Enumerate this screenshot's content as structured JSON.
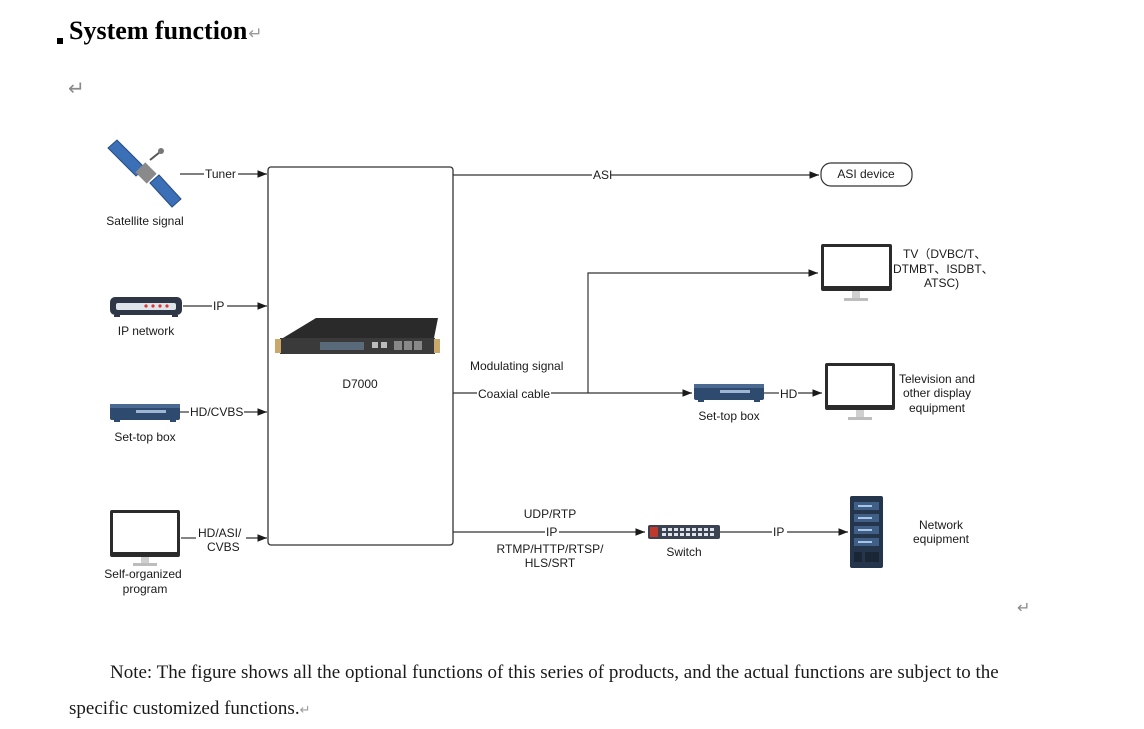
{
  "heading": {
    "title": "System function"
  },
  "diagram": {
    "center_device": "D7000",
    "inputs": {
      "satellite": {
        "label": "Satellite signal",
        "link": "Tuner"
      },
      "ip_network": {
        "label": "IP network",
        "link": "IP"
      },
      "set_top_box": {
        "label": "Set-top box",
        "link": "HD/CVBS"
      },
      "self_organized": {
        "label_line1": "Self-organized",
        "label_line2": "program",
        "link_line1": "HD/ASI/",
        "link_line2": "CVBS"
      }
    },
    "outputs": {
      "asi": {
        "link": "ASI",
        "device": "ASI device"
      },
      "tv": {
        "line1": "TV（DVBC/T、",
        "line2": "DTMBT、ISDBT、",
        "line3": "ATSC)"
      },
      "modulating_signal": "Modulating signal",
      "coaxial_cable": "Coaxial cable",
      "stb": {
        "label": "Set-top box",
        "link": "HD"
      },
      "display": {
        "line1": "Television and",
        "line2": "other display",
        "line3": "equipment"
      },
      "ip_stream": {
        "protocol_top": "UDP/RTP",
        "link": "IP",
        "protocol_bottom1": "RTMP/HTTP/RTSP/",
        "protocol_bottom2": "HLS/SRT"
      },
      "switch": {
        "label": "Switch",
        "link": "IP"
      },
      "network_equipment": {
        "line1": "Network",
        "line2": "equipment"
      }
    }
  },
  "note": {
    "text": "Note: The figure shows all the optional functions of this series of products, and the actual functions are subject to the specific customized functions."
  }
}
